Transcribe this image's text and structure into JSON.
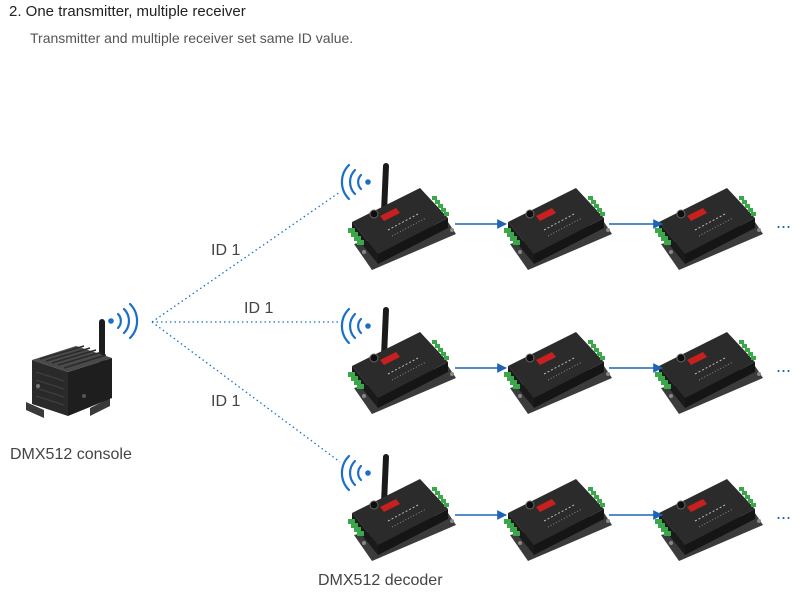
{
  "heading": "2. One transmitter, multiple receiver",
  "subheading": "Transmitter and multiple receiver set same ID value.",
  "console_label": "DMX512 console",
  "decoder_label": "DMX512 decoder",
  "link_labels": [
    "ID 1",
    "ID 1",
    "ID 1"
  ],
  "ellipsis": "...",
  "colors": {
    "signal": "#1a6fc7",
    "arrow": "#1f63b5",
    "device_body": "#2b2b2b",
    "terminal_green": "#3aa84a",
    "accent_red": "#c8201e"
  }
}
